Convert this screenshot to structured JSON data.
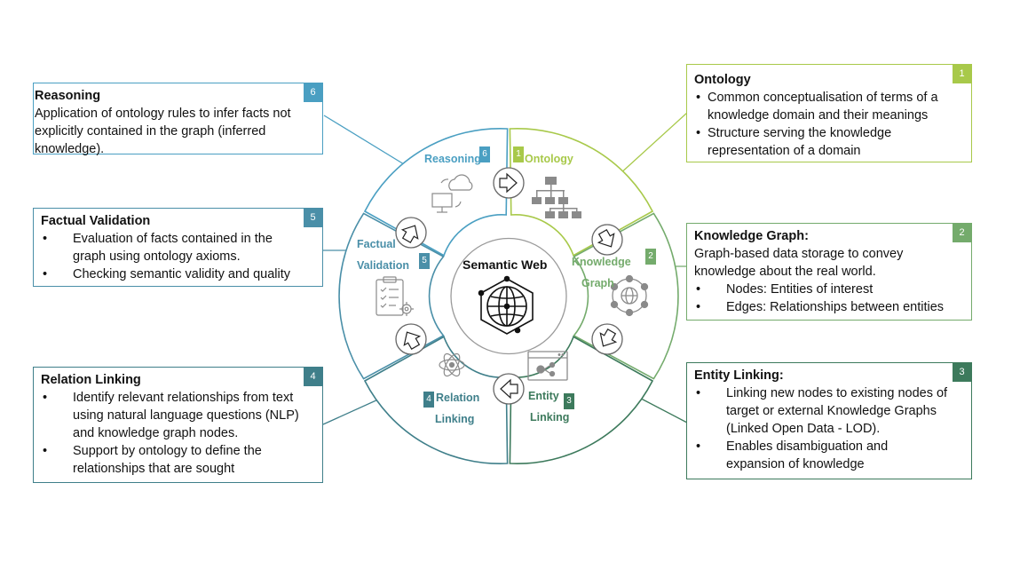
{
  "center": {
    "title": "Semantic Web"
  },
  "wheel": {
    "reasoning": {
      "label": "Reasoning",
      "num": "6"
    },
    "ontology": {
      "label": "Ontology",
      "num": "1"
    },
    "knowledge_graph": {
      "label_line1": "Knowledge",
      "label_line2": "Graph",
      "num": "2"
    },
    "entity_linking": {
      "label_line1": "Entity",
      "label_line2": "Linking",
      "num": "3"
    },
    "relation_linking": {
      "label_line1": "Relation",
      "label_line2": "Linking",
      "num": "4"
    },
    "factual_validation": {
      "label_line1": "Factual",
      "label_line2": "Validation",
      "num": "5"
    }
  },
  "boxes": {
    "reasoning": {
      "num": "6",
      "title": "Reasoning",
      "text": "Application of ontology rules to infer facts not explicitly contained in the graph (inferred knowledge)."
    },
    "factual_validation": {
      "num": "5",
      "title": "Factual Validation",
      "bullets": [
        "Evaluation of facts contained in the graph using ontology axioms.",
        "Checking semantic validity and quality"
      ]
    },
    "relation_linking": {
      "num": "4",
      "title": "Relation Linking",
      "bullets": [
        "Identify relevant relationships from text using natural language questions (NLP) and knowledge graph nodes.",
        "Support by ontology to define the relationships that are sought"
      ]
    },
    "ontology": {
      "num": "1",
      "title": "Ontology",
      "bullets": [
        "Common conceptualisation of terms of a knowledge domain and their meanings",
        "Structure serving the knowledge representation of a domain"
      ]
    },
    "knowledge_graph": {
      "num": "2",
      "title": "Knowledge Graph:",
      "text": "Graph-based data storage to convey knowledge about the real world.",
      "bullets": [
        "Nodes: Entities of interest",
        "Edges: Relationships between entities"
      ]
    },
    "entity_linking": {
      "num": "3",
      "title": "Entity Linking:",
      "bullets": [
        "Linking new nodes to existing nodes of target or external Knowledge Graphs (Linked Open Data - LOD).",
        "Enables disambiguation and expansion of knowledge"
      ]
    }
  },
  "colors": {
    "reasoning": "#4a9fc2",
    "factual_validation": "#4a8fa8",
    "relation_linking": "#3f7f8a",
    "ontology": "#a8c94a",
    "knowledge_graph": "#74ab6c",
    "entity_linking": "#3d7a5c",
    "icon_gray": "#8a8a8a"
  }
}
